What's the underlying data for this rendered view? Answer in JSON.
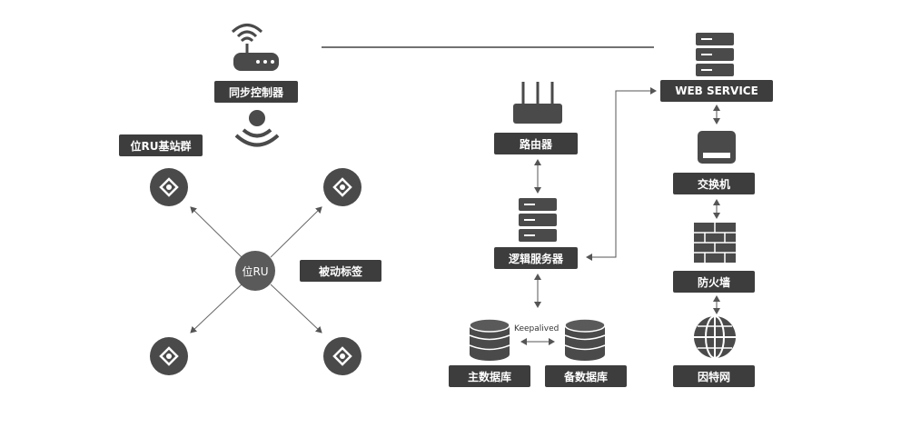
{
  "nodes": {
    "sync_controller": "同步控制器",
    "ru_station_group": "位RU基站群",
    "ru_center": "位RU",
    "passive_tag": "被动标签",
    "router": "路由器",
    "logic_server": "逻辑服务器",
    "main_db": "主数据库",
    "backup_db": "备数据库",
    "keepalived": "Keepalived",
    "web_service": "WEB SERVICE",
    "switch": "交换机",
    "firewall": "防火墙",
    "internet": "因特网"
  },
  "colors": {
    "dark": "#3d3d3d",
    "mid": "#5a5a5a",
    "line": "#555555"
  },
  "icons": [
    "wifi-router-icon",
    "signal-waves-icon",
    "tag-icon",
    "router-icon",
    "server-icon",
    "database-icon",
    "switch-icon",
    "firewall-icon",
    "globe-icon"
  ]
}
